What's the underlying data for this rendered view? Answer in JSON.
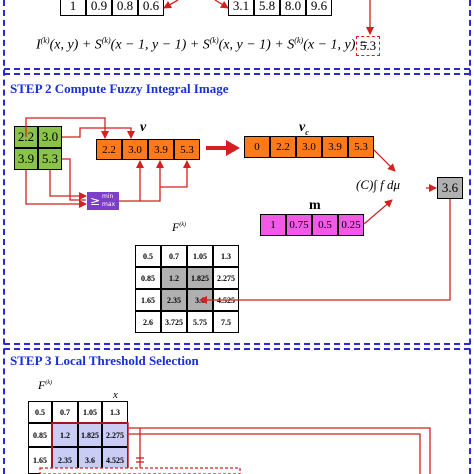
{
  "step1": {
    "top_left_cells": [
      "1",
      "0.9",
      "0.8",
      "0.6"
    ],
    "top_right_cells": [
      "3.1",
      "5.8",
      "8.0",
      "9.6"
    ],
    "formula": {
      "t1": "I",
      "sup1": "(k)",
      "t2": "(x, y) + S",
      "sup2": "(k)",
      "t3": "(x − 1, y − 1) + S",
      "sup3": "(k)",
      "t4": "(x, y − 1) + S",
      "sup4": "(k)",
      "t5": "(x − 1, y) =",
      "result": "5.3"
    }
  },
  "step2": {
    "title": "STEP 2 Compute Fuzzy Integral Image",
    "green_grid": [
      "2.2",
      "3.0",
      "3.9",
      "5.3"
    ],
    "v_label": "v",
    "v_cells": [
      "2.2",
      "3.0",
      "3.9",
      "5.3"
    ],
    "vc_label": "v",
    "vc_sub": "c",
    "vc_cells": [
      "0",
      "2.2",
      "3.0",
      "3.9",
      "5.3"
    ],
    "minmax_symbol": "≥",
    "minmax_top": "min",
    "minmax_bottom": "max",
    "choquet_label": "(C)∫ f dμ",
    "result": "3.6",
    "m_label": "m",
    "m_cells": [
      "1",
      "0.75",
      "0.5",
      "0.25"
    ],
    "f_label": "F",
    "f_sup": "(k)",
    "f_grid": [
      [
        "0.5",
        "0.7",
        "1.05",
        "1.3"
      ],
      [
        "0.85",
        "1.2",
        "1.825",
        "2.275"
      ],
      [
        "1.65",
        "2.35",
        "3.6",
        "4.525"
      ],
      [
        "2.6",
        "3.725",
        "5.75",
        "7.5"
      ]
    ],
    "colors": {
      "orange": "#ff7a1a",
      "green": "#8bc34a",
      "pink": "#f05ae6",
      "purple": "#7e3fc8",
      "arrow": "#d42020"
    }
  },
  "step3": {
    "title": "STEP 3 Local Threshold Selection",
    "f_label": "F",
    "f_sup": "(k)",
    "x_label": "x",
    "f_grid": [
      [
        "0.5",
        "0.7",
        "1.05",
        "1.3"
      ],
      [
        "0.85",
        "1.2",
        "1.825",
        "2.275"
      ],
      [
        "1.65",
        "2.35",
        "3.6",
        "4.525"
      ]
    ]
  }
}
